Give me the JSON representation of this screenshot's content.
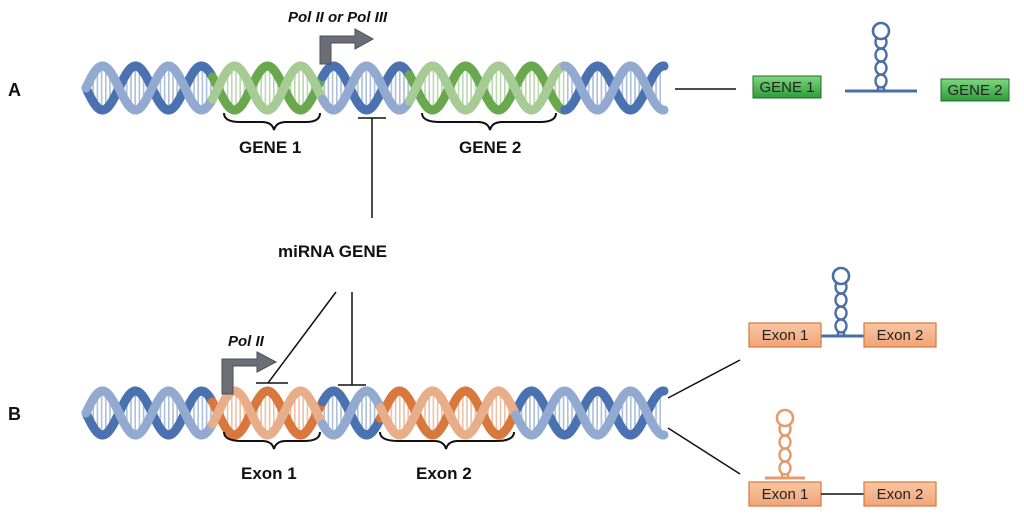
{
  "panels": {
    "a": {
      "label": "A",
      "promoter": "Pol II or Pol III",
      "gene1": "GENE 1",
      "gene2": "GENE 2",
      "product_box1": "GENE 1",
      "product_box2": "GENE 2"
    },
    "b": {
      "label": "B",
      "promoter": "Pol II",
      "exon1": "Exon 1",
      "exon2": "Exon 2",
      "product_top_box1": "Exon 1",
      "product_top_box2": "Exon 2",
      "product_bottom_box1": "Exon 1",
      "product_bottom_box2": "Exon 2"
    }
  },
  "center_label": "miRNA GENE",
  "colors": {
    "dna_blue": "#4a72b0",
    "gene_green": "#6aa84f",
    "exon_orange": "#d9783c",
    "box_green": "#3fae49",
    "box_orange": "#f4b183",
    "arrow_gray": "#6b6e76",
    "hairpin_blue": "#4a6fa5",
    "hairpin_orange": "#e49a6c"
  }
}
